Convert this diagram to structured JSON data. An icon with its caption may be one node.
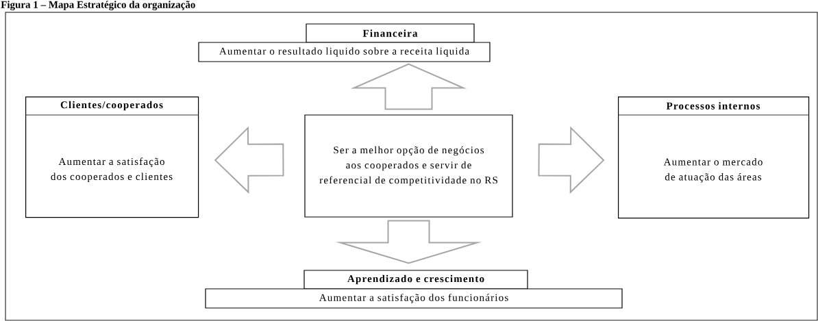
{
  "diagram": {
    "title": "Figura 1 – Mapa Estratégico da organização",
    "nodes": [
      {
        "text": [
          "Financeira"
        ]
      },
      {
        "text": [
          "Aumentar o resultado liquido sobre a receita liquida"
        ]
      },
      {
        "text": [
          "Clientes/cooperados",
          "Aumentar a satisfação dos cooperados e clientes"
        ]
      },
      {
        "text": [
          "Ser a melhor opção de negócios aos cooperados e servir de referencial de competitividade no RS"
        ]
      },
      {
        "text": [
          "Processos internos",
          "Aumentar o mercado de atuação das áreas"
        ]
      },
      {
        "text": [
          "Aprendizado e crescimento"
        ]
      },
      {
        "text": [
          "Aumentar a satisfação dos funcionários"
        ]
      }
    ],
    "edges": [
      {
        "from": 3,
        "to": 1,
        "arrow": "to"
      },
      {
        "from": 3,
        "to": 2,
        "arrow": "to"
      },
      {
        "from": 3,
        "to": 4,
        "arrow": "to"
      },
      {
        "from": 3,
        "to": 5,
        "arrow": "to"
      }
    ]
  }
}
